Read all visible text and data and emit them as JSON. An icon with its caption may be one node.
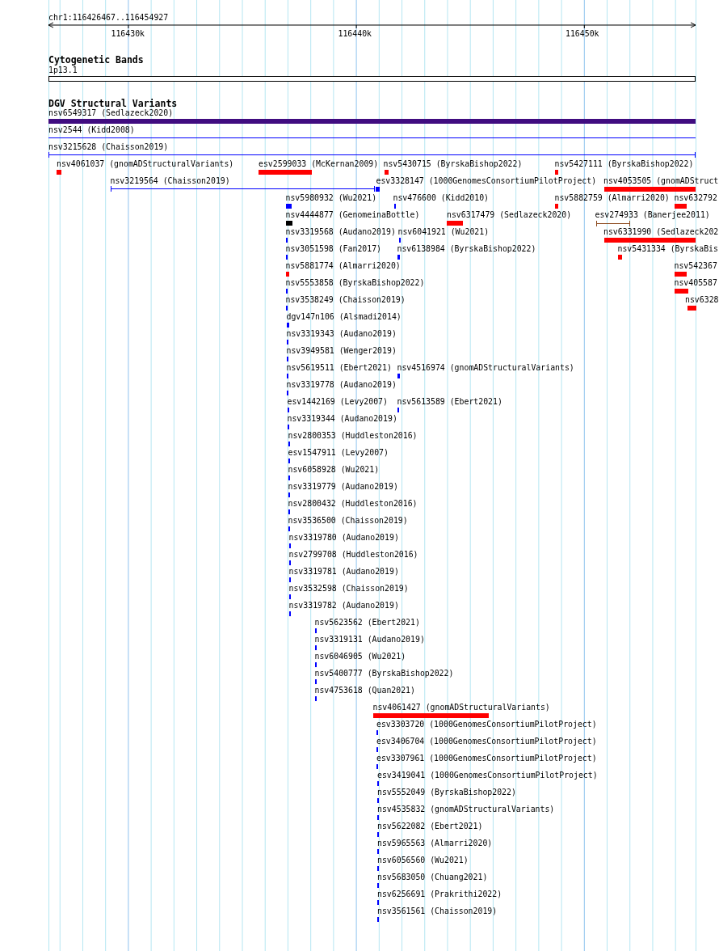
{
  "diagram": {
    "nodes": [
      {
        "text": [
          "1p13.1"
        ]
      },
      {
        "text": [
          "nsv6549317 (Sedlazeck2020)"
        ]
      },
      {
        "text": [
          "nsv2544 (Kidd2008)"
        ]
      },
      {
        "text": [
          "nsv3215628 (Chaisson2019)"
        ]
      },
      {
        "text": [
          "nsv4061037 (gnomADStructuralVariants)"
        ]
      },
      {
        "text": [
          "esv2599033 (McKernan2009)"
        ]
      },
      {
        "text": [
          "nsv5430715 (ByrskaBishop2022)"
        ]
      },
      {
        "text": [
          "nsv5427111 (ByrskaBishop2022)"
        ]
      },
      {
        "text": [
          "nsv3219564 (Chaisson2019)"
        ]
      },
      {
        "text": [
          "esv3328147 (1000GenomesConsortiumPilotProject)"
        ]
      },
      {
        "text": [
          "nsv4053505 (gnomADStruct"
        ]
      },
      {
        "text": [
          "nsv5980932 (Wu2021)"
        ]
      },
      {
        "text": [
          "nsv476600 (Kidd2010)"
        ]
      },
      {
        "text": [
          "nsv5882759 (Almarri2020)"
        ]
      },
      {
        "text": [
          "nsv632792"
        ]
      },
      {
        "text": [
          "nsv4444877 (GenomeinaBottle)"
        ]
      },
      {
        "text": [
          "nsv6317479 (Sedlazeck2020)"
        ]
      },
      {
        "text": [
          "esv274933 (Banerjee2011)"
        ]
      },
      {
        "text": [
          "nsv3319568 (Audano2019)"
        ]
      },
      {
        "text": [
          "nsv6041921 (Wu2021)"
        ]
      },
      {
        "text": [
          "nsv6331990 (Sedlazeck202"
        ]
      },
      {
        "text": [
          "nsv3051598 (Fan2017)"
        ]
      },
      {
        "text": [
          "nsv6138984 (ByrskaBishop2022)"
        ]
      },
      {
        "text": [
          "nsv5431334 (ByrskaBis"
        ]
      },
      {
        "text": [
          "nsv5881774 (Almarri2020)"
        ]
      },
      {
        "text": [
          "nsv542367"
        ]
      },
      {
        "text": [
          "nsv5553858 (ByrskaBishop2022)"
        ]
      },
      {
        "text": [
          "nsv405587"
        ]
      },
      {
        "text": [
          "nsv3538249 (Chaisson2019)"
        ]
      },
      {
        "text": [
          "nsv6328"
        ]
      },
      {
        "text": [
          "dgv147n106 (Alsmadi2014)"
        ]
      },
      {
        "text": [
          "nsv3319343 (Audano2019)"
        ]
      },
      {
        "text": [
          "nsv3949581 (Wenger2019)"
        ]
      },
      {
        "text": [
          "nsv5619511 (Ebert2021)"
        ]
      },
      {
        "text": [
          "nsv4516974 (gnomADStructuralVariants)"
        ]
      },
      {
        "text": [
          "nsv3319778 (Audano2019)"
        ]
      },
      {
        "text": [
          "esv1442169 (Levy2007)"
        ]
      },
      {
        "text": [
          "nsv5613589 (Ebert2021)"
        ]
      },
      {
        "text": [
          "nsv3319344 (Audano2019)"
        ]
      },
      {
        "text": [
          "nsv2800353 (Huddleston2016)"
        ]
      },
      {
        "text": [
          "esv1547911 (Levy2007)"
        ]
      },
      {
        "text": [
          "nsv6058928 (Wu2021)"
        ]
      },
      {
        "text": [
          "nsv3319779 (Audano2019)"
        ]
      },
      {
        "text": [
          "nsv2800432 (Huddleston2016)"
        ]
      },
      {
        "text": [
          "nsv3536500 (Chaisson2019)"
        ]
      },
      {
        "text": [
          "nsv3319780 (Audano2019)"
        ]
      },
      {
        "text": [
          "nsv2799708 (Huddleston2016)"
        ]
      },
      {
        "text": [
          "nsv3319781 (Audano2019)"
        ]
      },
      {
        "text": [
          "nsv3532598 (Chaisson2019)"
        ]
      },
      {
        "text": [
          "nsv3319782 (Audano2019)"
        ]
      },
      {
        "text": [
          "nsv5623562 (Ebert2021)"
        ]
      },
      {
        "text": [
          "nsv3319131 (Audano2019)"
        ]
      },
      {
        "text": [
          "nsv6046905 (Wu2021)"
        ]
      },
      {
        "text": [
          "nsv5400777 (ByrskaBishop2022)"
        ]
      },
      {
        "text": [
          "nsv4753618 (Quan2021)"
        ]
      },
      {
        "text": [
          "nsv4061427 (gnomADStructuralVariants)"
        ]
      },
      {
        "text": [
          "esv3303720 (1000GenomesConsortiumPilotProject)"
        ]
      },
      {
        "text": [
          "esv3406704 (1000GenomesConsortiumPilotProject)"
        ]
      },
      {
        "text": [
          "esv3307961 (1000GenomesConsortiumPilotProject)"
        ]
      },
      {
        "text": [
          "esv3419041 (1000GenomesConsortiumPilotProject)"
        ]
      },
      {
        "text": [
          "nsv5552049 (ByrskaBishop2022)"
        ]
      },
      {
        "text": [
          "nsv4535832 (gnomADStructuralVariants)"
        ]
      },
      {
        "text": [
          "nsv5622082 (Ebert2021)"
        ]
      },
      {
        "text": [
          "nsv5965563 (Almarri2020)"
        ]
      },
      {
        "text": [
          "nsv6056560 (Wu2021)"
        ]
      },
      {
        "text": [
          "nsv5683050 (Chuang2021)"
        ]
      },
      {
        "text": [
          "nsv6256691 (Prakrithi2022)"
        ]
      },
      {
        "text": [
          "nsv3561561 (Chaisson2019)"
        ]
      }
    ],
    "labels": [
      "chr1:116426467..116454927",
      "116430k",
      "116440k",
      "116450k",
      "Cytogenetic Bands",
      "DGV Structural Variants"
    ]
  }
}
